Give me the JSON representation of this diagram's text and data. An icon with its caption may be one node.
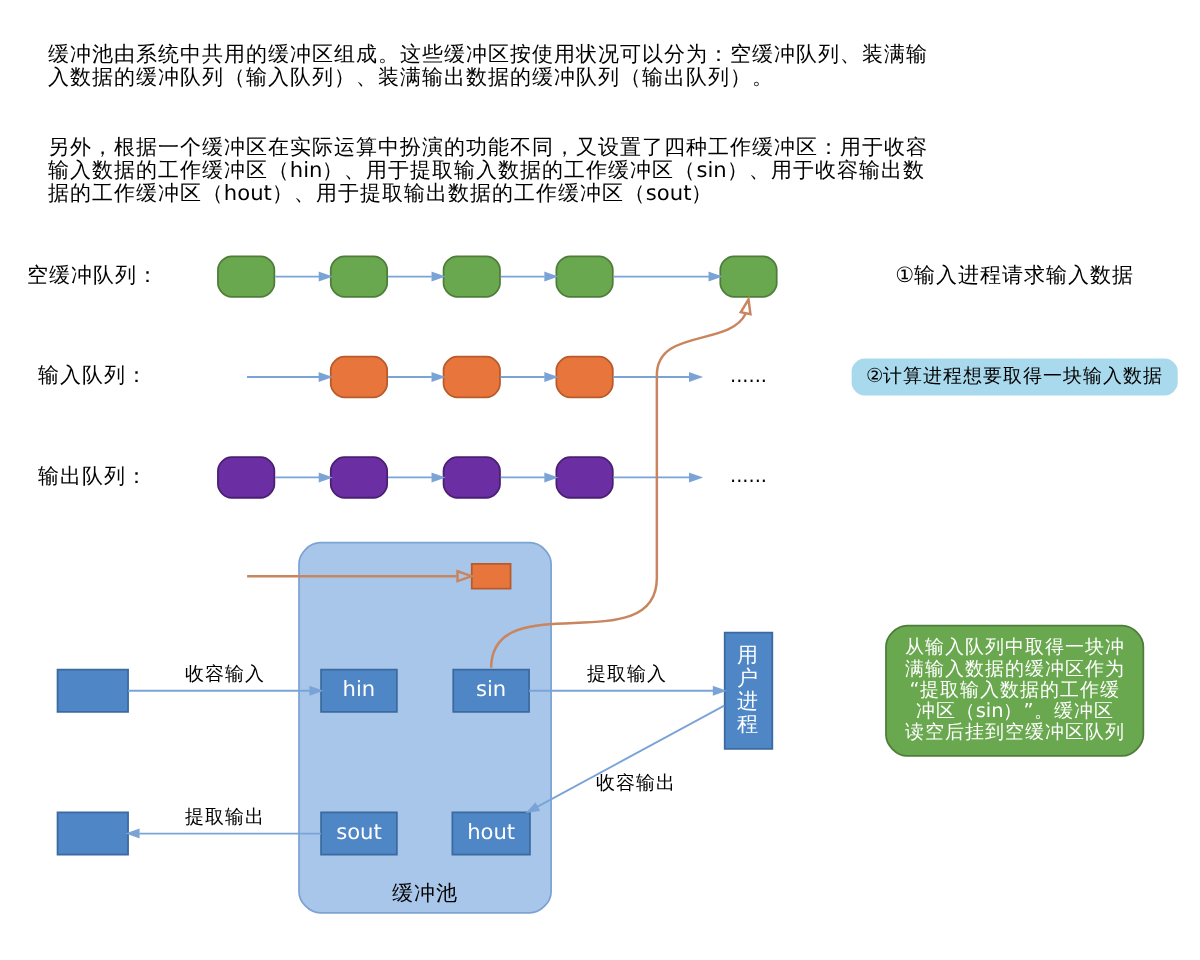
{
  "diagram": {
    "nodes": [
      {
        "text": [],
        "shape": "box"
      },
      {
        "text": [],
        "shape": "box"
      },
      {
        "text": [],
        "shape": "box"
      },
      {
        "text": [],
        "shape": "box"
      },
      {
        "text": [],
        "shape": "box"
      },
      {
        "text": [
          "②计算进程想要取得一块输入数据"
        ]
      },
      {
        "text": [],
        "shape": "box"
      },
      {
        "text": [],
        "shape": "box"
      },
      {
        "text": [],
        "shape": "box"
      },
      {
        "text": [
          "......"
        ]
      },
      {
        "text": [],
        "shape": "box"
      },
      {
        "text": [],
        "shape": "box"
      },
      {
        "text": [],
        "shape": "box"
      },
      {
        "text": [],
        "shape": "box"
      },
      {
        "text": [
          "......"
        ]
      },
      {
        "text": [],
        "shape": "box"
      },
      {
        "text": [
          "缓冲池"
        ]
      },
      {
        "text": [
          "hin"
        ],
        "in": 16
      },
      {
        "text": [
          "sin"
        ],
        "in": 16
      },
      {
        "text": [],
        "shape": "box",
        "in": 16
      },
      {
        "text": [
          "用户进程"
        ]
      },
      {
        "text": [
          "从输入队列中取得一块冲满输入数据的缓冲区作为“提取输入数据的工作缓冲区（sin）”。缓冲区读空后挂到空缓冲区队列"
        ]
      },
      {
        "text": [],
        "shape": "box"
      },
      {
        "text": [
          "sout"
        ],
        "in": 16
      },
      {
        "text": [
          "hout"
        ],
        "in": 16
      }
    ],
    "edges": [
      {
        "from": 0,
        "to": 1,
        "arrow": "to"
      },
      {
        "from": 1,
        "to": 2,
        "arrow": "to"
      },
      {
        "from": 2,
        "to": 3,
        "arrow": "to"
      },
      {
        "from": 3,
        "to": 4,
        "arrow": "to"
      },
      {
        "from": null,
        "to": 6,
        "arrow": "to"
      },
      {
        "from": 6,
        "to": 7,
        "arrow": "to"
      },
      {
        "from": 7,
        "to": 8,
        "arrow": "to"
      },
      {
        "from": 8,
        "to": 9,
        "arrow": "to"
      },
      {
        "from": 10,
        "to": 11,
        "arrow": "to"
      },
      {
        "from": 11,
        "to": 12,
        "arrow": "to"
      },
      {
        "from": 12,
        "to": 13,
        "arrow": "to"
      },
      {
        "from": 13,
        "to": 14,
        "arrow": "to"
      },
      {
        "from": null,
        "to": 19,
        "arrow": "to",
        "color": "#c8855e"
      },
      {
        "from": 18,
        "to": 4,
        "arrow": "to",
        "color": "#c8855e"
      },
      {
        "from": 15,
        "to": 17,
        "arrow": "to",
        "label": "收容输入"
      },
      {
        "from": 18,
        "to": 20,
        "arrow": "to",
        "label": "提取输入"
      },
      {
        "from": 20,
        "to": 24,
        "arrow": "to",
        "label": "收容输出"
      },
      {
        "from": 23,
        "to": 22,
        "arrow": "to",
        "label": "提取输出"
      }
    ],
    "labels": [
      "缓冲池由系统中共用的缓冲区组成。这些缓冲区按使用状况可以分为：空缓冲队列、装满输入数据的缓冲队列（输入队列）、装满输出数据的缓冲队列（输出队列）。",
      "另外，根据一个缓冲区在实际运算中扮演的功能不同，又设置了四种工作缓冲区：用于收容输入数据的工作缓冲区（hin）、用于提取输入数据的工作缓冲区（sin）、用于收容输出数据的工作缓冲区（hout）、用于提取输出数据的工作缓冲区（sout）",
      "空缓冲队列：",
      "输入队列：",
      "输出队列：",
      "①输入进程请求输入数据"
    ]
  }
}
